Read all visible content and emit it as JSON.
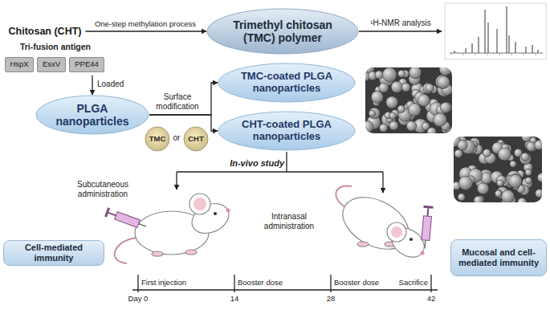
{
  "diagram": {
    "nodes": [
      {
        "text": [
          "Chitosan (CHT)"
        ]
      },
      {
        "text": [
          "Trimethyl chitosan (TMC) polymer"
        ]
      },
      {
        "text": [
          "Tri-fusion antigen"
        ]
      },
      {
        "text": [
          "HspX"
        ],
        "in": 2
      },
      {
        "text": [
          "EsxV"
        ],
        "in": 2
      },
      {
        "text": [
          "PPE44"
        ],
        "in": 2
      },
      {
        "text": [
          "PLGA nanoparticles"
        ]
      },
      {
        "text": [
          "TMC"
        ]
      },
      {
        "text": [
          "CHT"
        ]
      },
      {
        "text": [
          "TMC-coated PLGA nanoparticles"
        ]
      },
      {
        "text": [
          "CHT-coated PLGA nanoparticles"
        ]
      },
      {
        "text": [
          "Cell-mediated immunity"
        ]
      },
      {
        "text": [
          "Mucosal and cell-mediated immunity"
        ]
      }
    ],
    "edges": [
      {
        "from": 0,
        "to": 1,
        "label": "One-step methylation process",
        "arrow": "to"
      },
      {
        "from": 2,
        "to": 6,
        "label": "Loaded",
        "arrow": "to"
      },
      {
        "from": 6,
        "to": 9,
        "label": "Surface modification",
        "arrow": "to"
      },
      {
        "from": 6,
        "to": 10,
        "arrow": "to"
      }
    ],
    "labels": [
      "¹H-NMR analysis",
      "or",
      "In-vivo study",
      "Subcutaneous administration",
      "Intranasal administration",
      "First injection",
      "Booster dose",
      "Booster dose",
      "Sacrifice",
      "Day 0",
      "14",
      "28",
      "42"
    ]
  }
}
